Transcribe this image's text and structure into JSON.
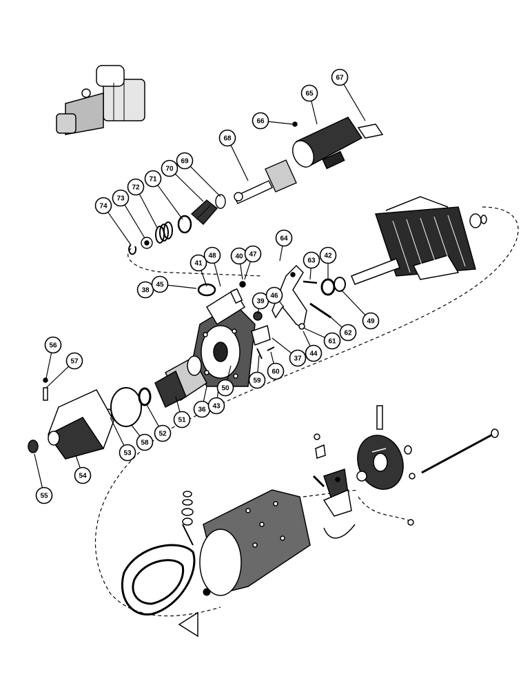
{
  "diagram": {
    "callouts": [
      {
        "id": "c36",
        "label": "36"
      },
      {
        "id": "c37",
        "label": "37"
      },
      {
        "id": "c38",
        "label": "38"
      },
      {
        "id": "c39",
        "label": "39"
      },
      {
        "id": "c40",
        "label": "40"
      },
      {
        "id": "c41",
        "label": "41"
      },
      {
        "id": "c42",
        "label": "42"
      },
      {
        "id": "c43",
        "label": "43"
      },
      {
        "id": "c44",
        "label": "44"
      },
      {
        "id": "c45",
        "label": "45"
      },
      {
        "id": "c46",
        "label": "46"
      },
      {
        "id": "c47",
        "label": "47"
      },
      {
        "id": "c48",
        "label": "48"
      },
      {
        "id": "c49",
        "label": "49"
      },
      {
        "id": "c50",
        "label": "50"
      },
      {
        "id": "c51",
        "label": "51"
      },
      {
        "id": "c52",
        "label": "52"
      },
      {
        "id": "c53",
        "label": "53"
      },
      {
        "id": "c54",
        "label": "54"
      },
      {
        "id": "c55",
        "label": "55"
      },
      {
        "id": "c56",
        "label": "56"
      },
      {
        "id": "c57",
        "label": "57"
      },
      {
        "id": "c58",
        "label": "58"
      },
      {
        "id": "c59",
        "label": "59"
      },
      {
        "id": "c60",
        "label": "60"
      },
      {
        "id": "c61",
        "label": "61"
      },
      {
        "id": "c62",
        "label": "62"
      },
      {
        "id": "c63",
        "label": "63"
      },
      {
        "id": "c64",
        "label": "64"
      },
      {
        "id": "c65",
        "label": "65"
      },
      {
        "id": "c66",
        "label": "66"
      },
      {
        "id": "c67",
        "label": "67"
      },
      {
        "id": "c68",
        "label": "68"
      },
      {
        "id": "c69",
        "label": "69"
      },
      {
        "id": "c70",
        "label": "70"
      },
      {
        "id": "c71",
        "label": "71"
      },
      {
        "id": "c72",
        "label": "72"
      },
      {
        "id": "c73",
        "label": "73"
      },
      {
        "id": "c74",
        "label": "74"
      }
    ]
  }
}
